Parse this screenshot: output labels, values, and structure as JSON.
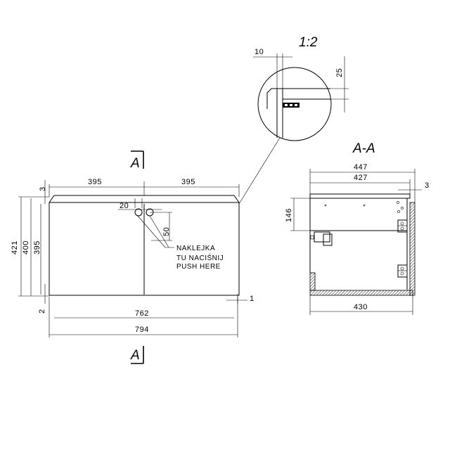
{
  "labels": {
    "detail_scale": "1:2",
    "section_title": "A-A",
    "section_marker_top": "A",
    "section_marker_bottom": "A",
    "sticker_line1": "NAKLEJKA",
    "sticker_line2": "TU NACIŚNIJ",
    "sticker_line3": "PUSH HERE"
  },
  "front_view": {
    "door_width_left": "395",
    "door_width_right": "395",
    "top_gap": "3",
    "total_height": "421",
    "body_height": "400",
    "door_height": "395",
    "bottom_gap": "2",
    "side_gap": "1",
    "inner_width": "762",
    "total_width": "794",
    "hole_diameter": "20",
    "hole_offset": "50"
  },
  "detail": {
    "offset_x": "10",
    "offset_y": "25"
  },
  "section_view": {
    "total_depth": "447",
    "top_depth": "427",
    "back_gap": "3",
    "drawer_height": "146",
    "bottom_depth": "430"
  }
}
